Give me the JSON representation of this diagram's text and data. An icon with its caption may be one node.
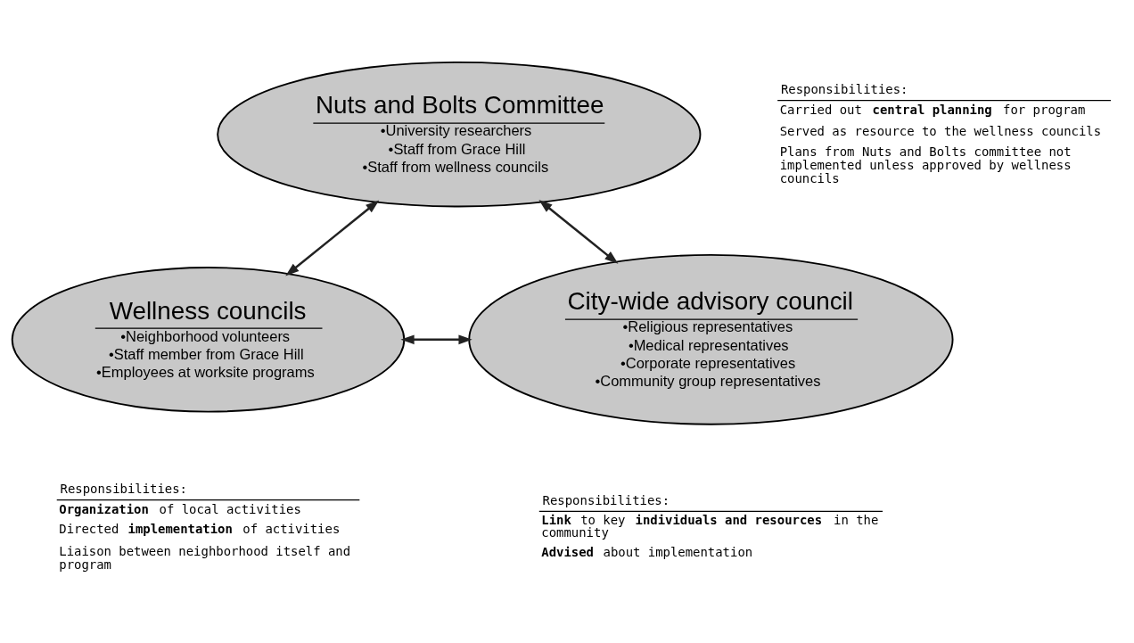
{
  "diagram": {
    "nodes": [
      {
        "text": [
          "Nuts and Bolts Committee",
          "•University researchers",
          "•Staff from Grace Hill",
          "•Staff from wellness councils"
        ],
        "beside": [
          "Responsibilities:",
          "Carried out **central planning** for program",
          "Served as resource to the wellness councils",
          "Plans from Nuts and Bolts committee not implemented unless approved by wellness councils"
        ]
      },
      {
        "text": [
          "Wellness councils",
          "•Neighborhood volunteers",
          "•Staff member from Grace Hill",
          "•Employees at worksite programs"
        ],
        "beside": [
          "Responsibilities:",
          "**Organization** of local activities",
          "Directed **implementation** of activities",
          "Liaison between neighborhood itself and program"
        ]
      },
      {
        "text": [
          "City-wide advisory council",
          "•Religious representatives",
          "•Medical representatives",
          "•Corporate representatives",
          "•Community group representatives"
        ],
        "beside": [
          "Responsibilities:",
          "**Link** to key **individuals and resources** in the community",
          "**Advised** about implementation"
        ]
      }
    ],
    "edges": [
      {
        "from": 0,
        "to": 1,
        "arrow": "both"
      },
      {
        "from": 0,
        "to": 2,
        "arrow": "both"
      },
      {
        "from": 1,
        "to": 2,
        "arrow": "both"
      }
    ]
  }
}
